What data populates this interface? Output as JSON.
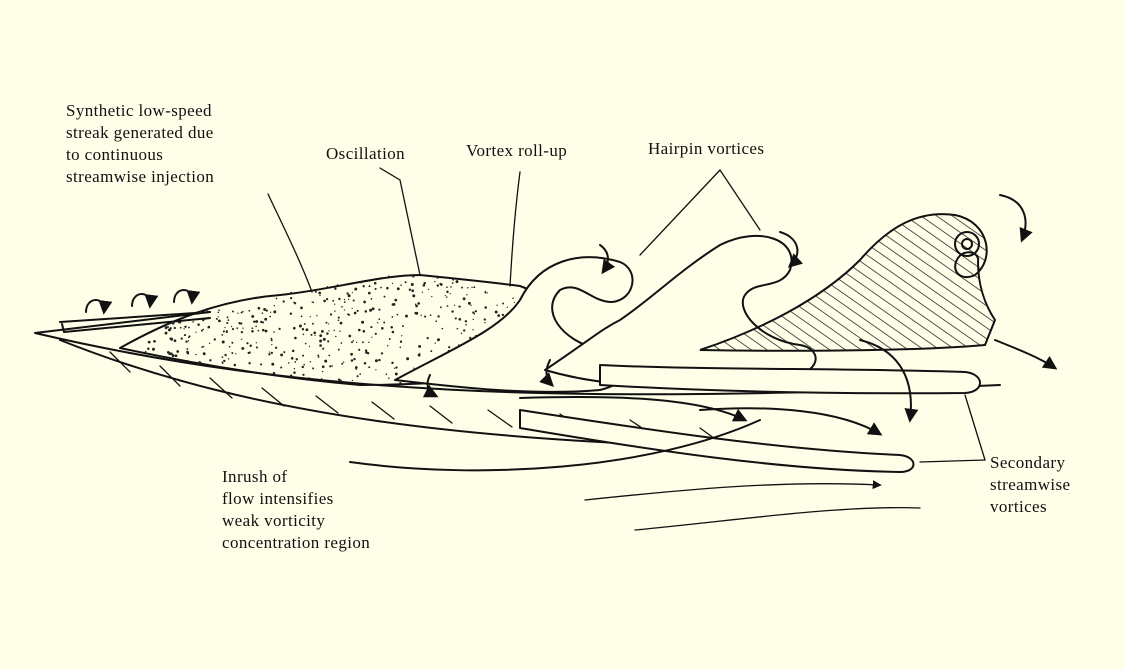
{
  "diagram": {
    "labels": {
      "synthetic_streak": [
        "Synthetic low-speed",
        "streak generated due",
        "to continuous",
        "streamwise injection"
      ],
      "oscillation": "Oscillation",
      "vortex_rollup": "Vortex roll-up",
      "hairpin_vortices": "Hairpin vortices",
      "inrush": [
        "Inrush of",
        "flow intensifies",
        "weak vorticity",
        "concentration region"
      ],
      "secondary_vortices": [
        "Secondary",
        "streamwise",
        "vortices"
      ]
    },
    "colors": {
      "background": "#fefee9",
      "ink": "#111111"
    }
  }
}
